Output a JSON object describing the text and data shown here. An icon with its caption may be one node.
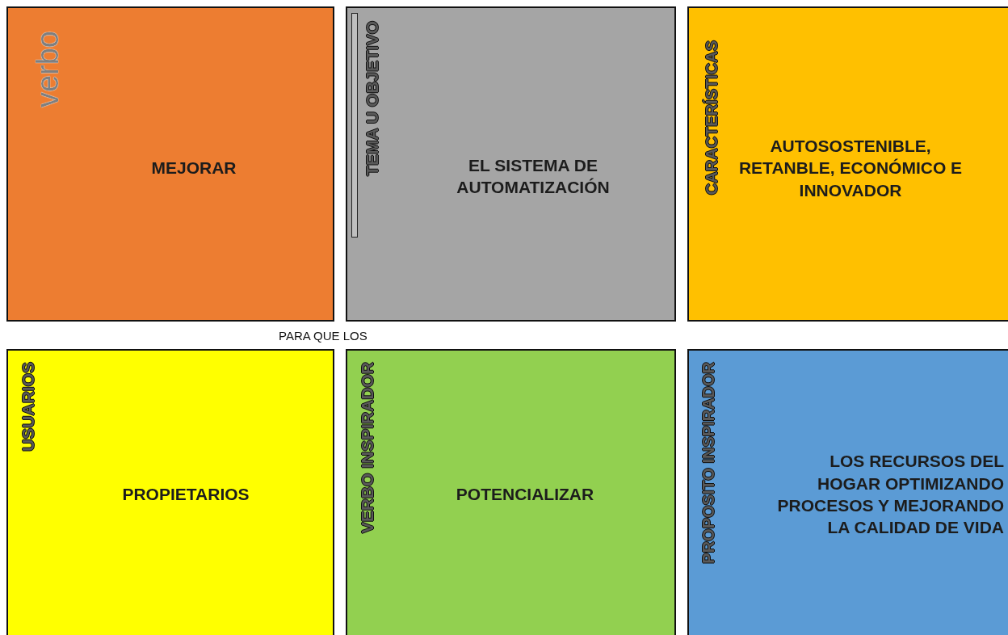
{
  "diagram": {
    "nodes": [
      {
        "text": [
          "verbo",
          "MEJORAR"
        ]
      },
      {
        "text": [
          "TEMA U OBJETIVO",
          "EL SISTEMA DE AUTOMATIZACIÓN"
        ]
      },
      {
        "text": [
          "CARACTERÍSTICAS",
          "AUTOSOSTENIBLE, RETANBLE, ECONÓMICO E INNOVADOR"
        ]
      },
      {
        "text": [
          "USUARIOS",
          "PROPIETARIOS"
        ]
      },
      {
        "text": [
          "VERBO INSPIRADOR",
          "POTENCIALIZAR"
        ]
      },
      {
        "text": [
          "PROPOSITO INSPIRADOR",
          "LOS RECURSOS DEL HOGAR OPTIMIZANDO PROCESOS Y MEJORANDO LA CALIDAD DE VIDA"
        ]
      }
    ],
    "labels": [
      "PARA QUE LOS"
    ]
  }
}
